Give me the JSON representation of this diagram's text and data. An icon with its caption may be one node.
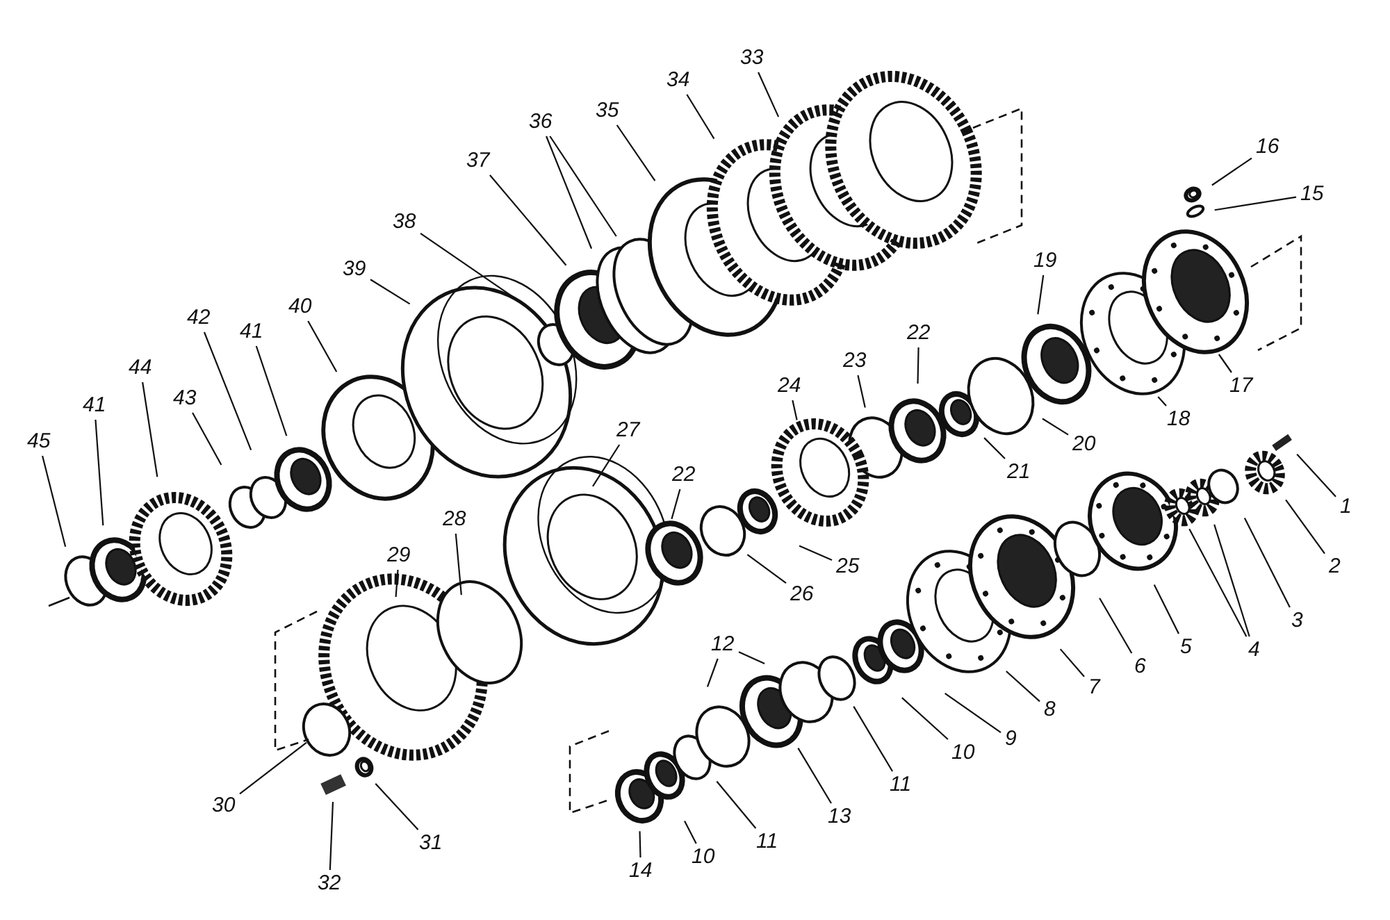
{
  "diagram": {
    "nodes": [
      {
        "text": [
          "1"
        ]
      },
      {
        "text": [
          "2"
        ]
      },
      {
        "text": [
          "3"
        ]
      },
      {
        "text": [
          "4"
        ]
      },
      {
        "text": [
          "5"
        ]
      },
      {
        "text": [
          "6"
        ]
      },
      {
        "text": [
          "7"
        ]
      },
      {
        "text": [
          "8"
        ]
      },
      {
        "text": [
          "9"
        ]
      },
      {
        "text": [
          "10"
        ]
      },
      {
        "text": [
          "11"
        ]
      },
      {
        "text": [
          "12"
        ]
      },
      {
        "text": [
          "13"
        ]
      },
      {
        "text": [
          "11"
        ]
      },
      {
        "text": [
          "10"
        ]
      },
      {
        "text": [
          "14"
        ]
      },
      {
        "text": [
          "15"
        ]
      },
      {
        "text": [
          "16"
        ]
      },
      {
        "text": [
          "17"
        ]
      },
      {
        "text": [
          "18"
        ]
      },
      {
        "text": [
          "19"
        ]
      },
      {
        "text": [
          "20"
        ]
      },
      {
        "text": [
          "21"
        ]
      },
      {
        "text": [
          "22"
        ]
      },
      {
        "text": [
          "23"
        ]
      },
      {
        "text": [
          "24"
        ]
      },
      {
        "text": [
          "25"
        ]
      },
      {
        "text": [
          "26"
        ]
      },
      {
        "text": [
          "27"
        ]
      },
      {
        "text": [
          "22"
        ]
      },
      {
        "text": [
          "28"
        ]
      },
      {
        "text": [
          "29"
        ]
      },
      {
        "text": [
          "30"
        ]
      },
      {
        "text": [
          "31"
        ]
      },
      {
        "text": [
          "32"
        ]
      },
      {
        "text": [
          "33"
        ]
      },
      {
        "text": [
          "34"
        ]
      },
      {
        "text": [
          "35"
        ]
      },
      {
        "text": [
          "36"
        ]
      },
      {
        "text": [
          "37"
        ]
      },
      {
        "text": [
          "38"
        ]
      },
      {
        "text": [
          "39"
        ]
      },
      {
        "text": [
          "40"
        ]
      },
      {
        "text": [
          "41"
        ]
      },
      {
        "text": [
          "42"
        ]
      },
      {
        "text": [
          "43"
        ]
      },
      {
        "text": [
          "44"
        ]
      },
      {
        "text": [
          "41"
        ]
      },
      {
        "text": [
          "45"
        ]
      }
    ],
    "edges": [
      {
        "from": 0,
        "to": null,
        "arrow": "none"
      },
      {
        "from": 1,
        "to": null,
        "arrow": "none"
      },
      {
        "from": 2,
        "to": null,
        "arrow": "none"
      },
      {
        "from": 3,
        "to": null,
        "arrow": "none"
      },
      {
        "from": 3,
        "to": null,
        "arrow": "none"
      },
      {
        "from": 4,
        "to": null,
        "arrow": "none"
      },
      {
        "from": 5,
        "to": null,
        "arrow": "none"
      },
      {
        "from": 6,
        "to": null,
        "arrow": "none"
      },
      {
        "from": 7,
        "to": null,
        "arrow": "none"
      },
      {
        "from": 8,
        "to": null,
        "arrow": "none"
      },
      {
        "from": 9,
        "to": null,
        "arrow": "none"
      },
      {
        "from": 10,
        "to": null,
        "arrow": "none"
      },
      {
        "from": 11,
        "to": null,
        "arrow": "none"
      },
      {
        "from": 11,
        "to": null,
        "arrow": "none"
      },
      {
        "from": 12,
        "to": null,
        "arrow": "none"
      },
      {
        "from": 13,
        "to": null,
        "arrow": "none"
      },
      {
        "from": 14,
        "to": null,
        "arrow": "none"
      },
      {
        "from": 15,
        "to": null,
        "arrow": "none"
      },
      {
        "from": 16,
        "to": null,
        "arrow": "none"
      },
      {
        "from": 17,
        "to": null,
        "arrow": "none"
      },
      {
        "from": 18,
        "to": null,
        "arrow": "none"
      },
      {
        "from": 19,
        "to": null,
        "arrow": "none"
      },
      {
        "from": 20,
        "to": null,
        "arrow": "none"
      },
      {
        "from": 21,
        "to": null,
        "arrow": "none"
      },
      {
        "from": 22,
        "to": null,
        "arrow": "none"
      },
      {
        "from": 23,
        "to": null,
        "arrow": "none"
      },
      {
        "from": 24,
        "to": null,
        "arrow": "none"
      },
      {
        "from": 25,
        "to": null,
        "arrow": "none"
      },
      {
        "from": 26,
        "to": null,
        "arrow": "none"
      },
      {
        "from": 27,
        "to": null,
        "arrow": "none"
      },
      {
        "from": 28,
        "to": null,
        "arrow": "none"
      },
      {
        "from": 29,
        "to": null,
        "arrow": "none"
      },
      {
        "from": 30,
        "to": null,
        "arrow": "none"
      },
      {
        "from": 31,
        "to": null,
        "arrow": "none"
      },
      {
        "from": 32,
        "to": null,
        "arrow": "none"
      },
      {
        "from": 33,
        "to": null,
        "arrow": "none"
      },
      {
        "from": 34,
        "to": null,
        "arrow": "none"
      },
      {
        "from": 35,
        "to": null,
        "arrow": "none"
      },
      {
        "from": 36,
        "to": null,
        "arrow": "none"
      },
      {
        "from": 37,
        "to": null,
        "arrow": "none"
      },
      {
        "from": 38,
        "to": null,
        "arrow": "none"
      },
      {
        "from": 38,
        "to": null,
        "arrow": "none"
      },
      {
        "from": 39,
        "to": null,
        "arrow": "none"
      },
      {
        "from": 40,
        "to": null,
        "arrow": "none"
      },
      {
        "from": 41,
        "to": null,
        "arrow": "none"
      },
      {
        "from": 42,
        "to": null,
        "arrow": "none"
      },
      {
        "from": 43,
        "to": null,
        "arrow": "none"
      },
      {
        "from": 44,
        "to": null,
        "arrow": "none"
      },
      {
        "from": 45,
        "to": null,
        "arrow": "none"
      },
      {
        "from": 46,
        "to": null,
        "arrow": "none"
      },
      {
        "from": 47,
        "to": null,
        "arrow": "none"
      },
      {
        "from": 48,
        "to": null,
        "arrow": "none"
      }
    ]
  }
}
